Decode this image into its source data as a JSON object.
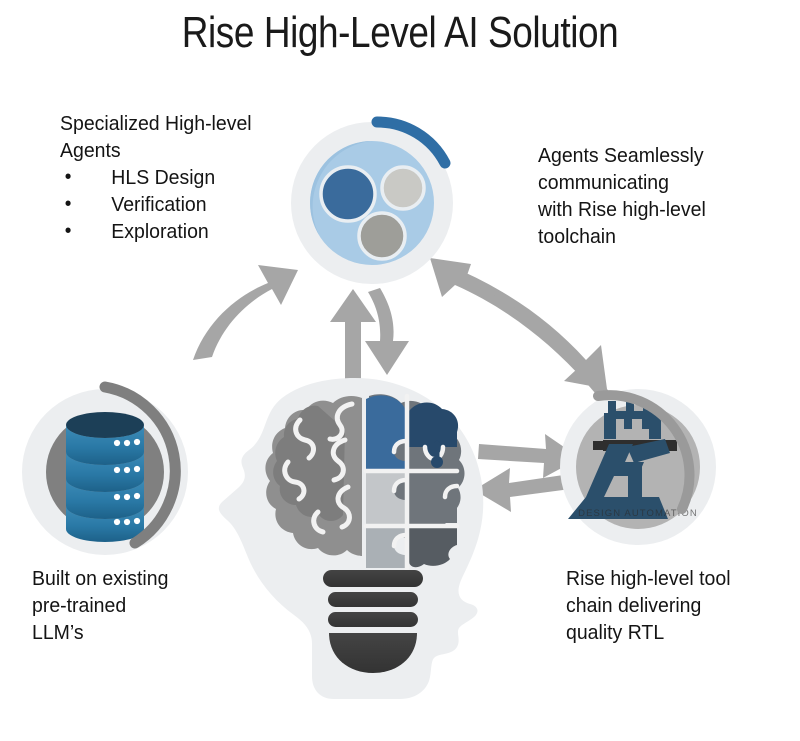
{
  "slide": {
    "title": "Rise High-Level AI Solution",
    "background_color": "#ffffff"
  },
  "callouts": {
    "agents": {
      "heading_line1": "Specialized High-level",
      "heading_line2": "Agents",
      "bullet_marker": "•",
      "bullets": [
        "HLS Design",
        "Verification",
        "Exploration"
      ]
    },
    "communication": {
      "line1": "Agents Seamlessly",
      "line2": "communicating",
      "line3": "with Rise high-level",
      "line4": "toolchain"
    },
    "llm": {
      "line1": "Built on existing",
      "line2": "pre-trained",
      "line3": "LLM’s"
    },
    "toolchain": {
      "line1": "Rise high-level tool",
      "line2": "chain delivering",
      "line3": "quality RTL"
    }
  },
  "nodes": {
    "agents_circle": {
      "name": "specialized-agents-icon",
      "outer_color": "#eceef0",
      "inner_color": "#a9cbe6",
      "bubble_dark_blue": "#3a6b9c",
      "bubble_light_gray": "#c9c9c5",
      "bubble_mid_gray": "#9e9e99",
      "accent_arc_color": "#2f6ea5"
    },
    "database_circle": {
      "name": "pretrained-llm-database-icon",
      "outer_color": "#eceef0",
      "inner_color": "#808080",
      "db_blue": "#2a79a6",
      "db_top_navy": "#1c3f57",
      "db_dot_color": "#ffffff",
      "db_tiers": 4,
      "db_dots_per_tier": 3,
      "accent_arc_color": "#7f7f7f"
    },
    "toolchain_circle": {
      "name": "rise-toolchain-logo-icon",
      "outer_color": "#eceef0",
      "inner_color": "#b3b3b3",
      "logo_color": "#2b4f6b",
      "logo_caption": "DESIGN AUTOMATION",
      "accent_arc_color": "#9a9a9a"
    },
    "brain_head": {
      "name": "ai-brain-head-icon",
      "head_color": "#eceef0",
      "brain_left_grays": [
        "#8d8d8d",
        "#7c7c7c",
        "#a0a0a0",
        "#949494"
      ],
      "puzzle_colors": {
        "top_left": "#3a6b9c",
        "top_right": "#27496b",
        "mid_left": "#c3c6c9",
        "mid_right": "#6f757b",
        "bottom_left": "#aab0b5",
        "bottom_right": "#565c62"
      },
      "bulb_base_color": "#3b3b3b"
    }
  },
  "arrows": {
    "color": "#a6a6a6",
    "items": [
      {
        "name": "arrow-llm-to-agents",
        "direction": "up-right",
        "style": "curved"
      },
      {
        "name": "arrow-brain-to-agents",
        "direction": "up",
        "style": "straight"
      },
      {
        "name": "arrow-agents-to-brain",
        "direction": "down",
        "style": "curved"
      },
      {
        "name": "arrow-agents-to-toolchain",
        "direction": "down-right",
        "style": "curved"
      },
      {
        "name": "arrow-toolchain-to-agents",
        "direction": "up-left",
        "style": "curved"
      },
      {
        "name": "arrow-brain-to-toolchain",
        "direction": "right",
        "style": "straight"
      },
      {
        "name": "arrow-toolchain-to-brain",
        "direction": "left",
        "style": "straight"
      }
    ]
  }
}
